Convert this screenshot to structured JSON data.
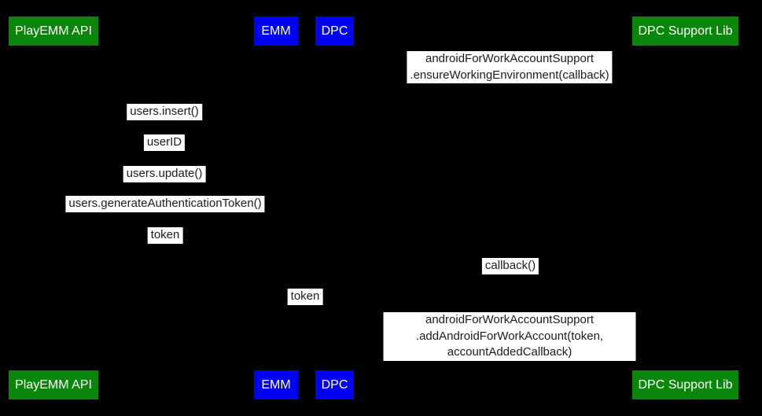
{
  "diagram": {
    "type": "sequence-diagram",
    "background_color": "#000000",
    "colors": {
      "participant_green": "#0a870a",
      "participant_blue": "#0202f2",
      "participant_text": "#ffffff",
      "message_background": "#ffffff",
      "message_text": "#1c1c1c"
    },
    "participants": [
      {
        "id": "playemm-api",
        "label": "PlayEMM API",
        "color": "green"
      },
      {
        "id": "emm",
        "label": "EMM",
        "color": "blue"
      },
      {
        "id": "dpc",
        "label": "DPC",
        "color": "blue"
      },
      {
        "id": "dpc-support-lib",
        "label": "DPC Support Lib",
        "color": "green"
      }
    ],
    "messages": [
      {
        "id": "ensure-working-environment",
        "from": "dpc",
        "to": "dpc-support-lib",
        "text": "androidForWorkAccountSupport\n.ensureWorkingEnvironment(callback)"
      },
      {
        "id": "users-insert",
        "from": "playemm-api",
        "to": "emm",
        "text": "users.insert()"
      },
      {
        "id": "userid",
        "from": "emm",
        "to": "playemm-api",
        "text": "userID"
      },
      {
        "id": "users-update",
        "from": "playemm-api",
        "to": "emm",
        "text": "users.update()"
      },
      {
        "id": "users-generate-authentication-token",
        "from": "playemm-api",
        "to": "emm",
        "text": "users.generateAuthenticationToken()"
      },
      {
        "id": "token-to-emm",
        "from": "playemm-api",
        "to": "emm",
        "text": "token"
      },
      {
        "id": "callback",
        "from": "dpc-support-lib",
        "to": "dpc",
        "text": "callback()"
      },
      {
        "id": "token-to-dpc",
        "from": "emm",
        "to": "dpc",
        "text": "token"
      },
      {
        "id": "add-android-for-work-account",
        "from": "dpc",
        "to": "dpc-support-lib",
        "text": "androidForWorkAccountSupport\n.addAndroidForWorkAccount(token, accountAddedCallback)"
      }
    ]
  }
}
